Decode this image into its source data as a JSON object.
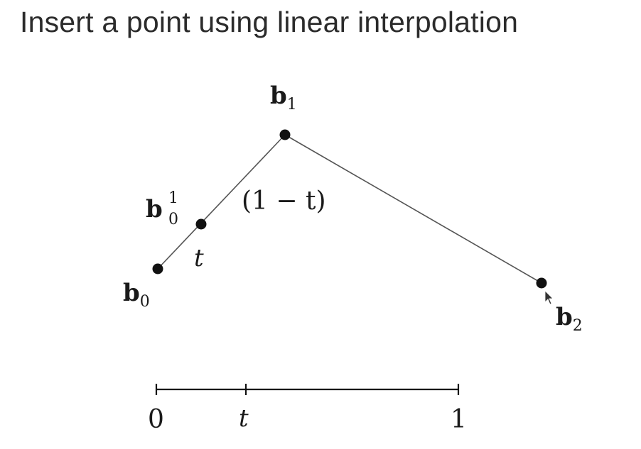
{
  "title": "Insert a point using linear interpolation",
  "points": {
    "b0": {
      "base": "b",
      "sub": "0"
    },
    "b1": {
      "base": "b",
      "sub": "1"
    },
    "b2": {
      "base": "b",
      "sub": "2"
    },
    "b01": {
      "base": "b",
      "sub": "0",
      "sup": "1"
    }
  },
  "segment_labels": {
    "t": "t",
    "one_minus_t": "(1 − t)"
  },
  "number_line": {
    "start": "0",
    "mid": "t",
    "end": "1"
  },
  "colors": {
    "line": "#555555",
    "dot": "#111111",
    "text": "#1a1a1a"
  }
}
